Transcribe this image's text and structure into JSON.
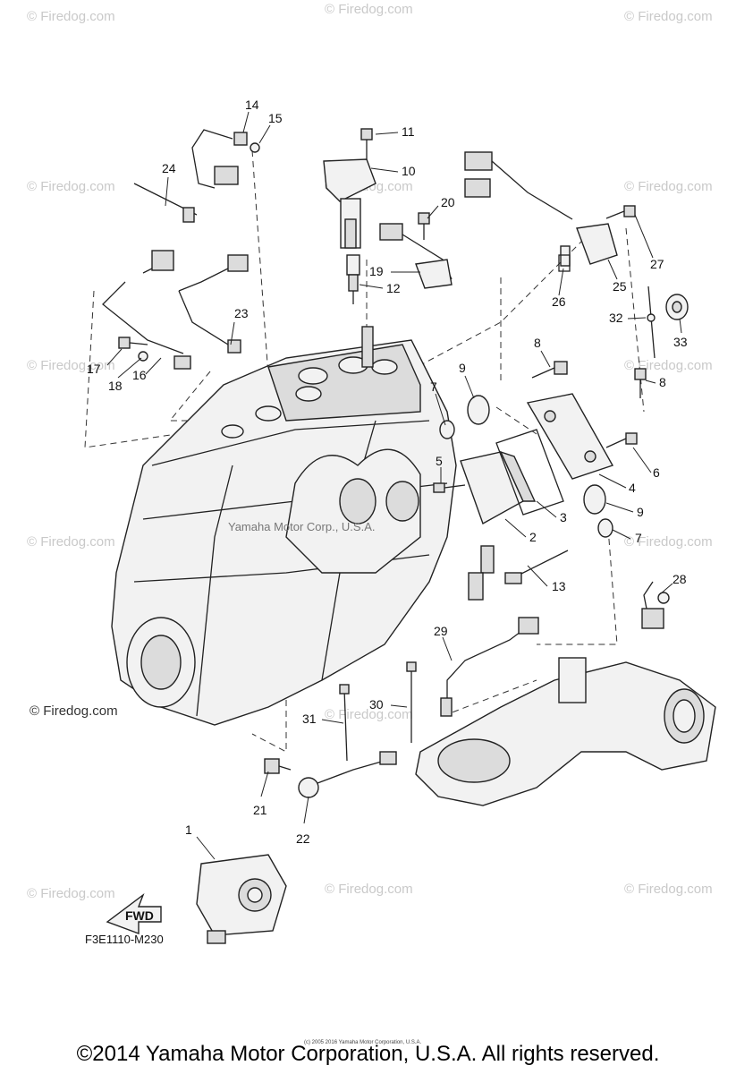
{
  "watermark_text": "© Firedog.com",
  "reference_code": "F3E1110-M230",
  "fwd_label": "FWD",
  "embedded_mark": "Yamaha Motor Corp., U.S.A.",
  "fineprint": "(c) 2005 2016 Yamaha Motor Corporation, U.S.A.",
  "copyright": "©2014 Yamaha Motor Corporation, U.S.A. All rights reserved.",
  "callouts": [
    "1",
    "2",
    "3",
    "4",
    "5",
    "6",
    "7",
    "7",
    "8",
    "8",
    "9",
    "9",
    "10",
    "11",
    "12",
    "13",
    "14",
    "15",
    "16",
    "17",
    "18",
    "19",
    "20",
    "21",
    "22",
    "23",
    "24",
    "25",
    "26",
    "27",
    "28",
    "29",
    "30",
    "31",
    "32",
    "33"
  ]
}
